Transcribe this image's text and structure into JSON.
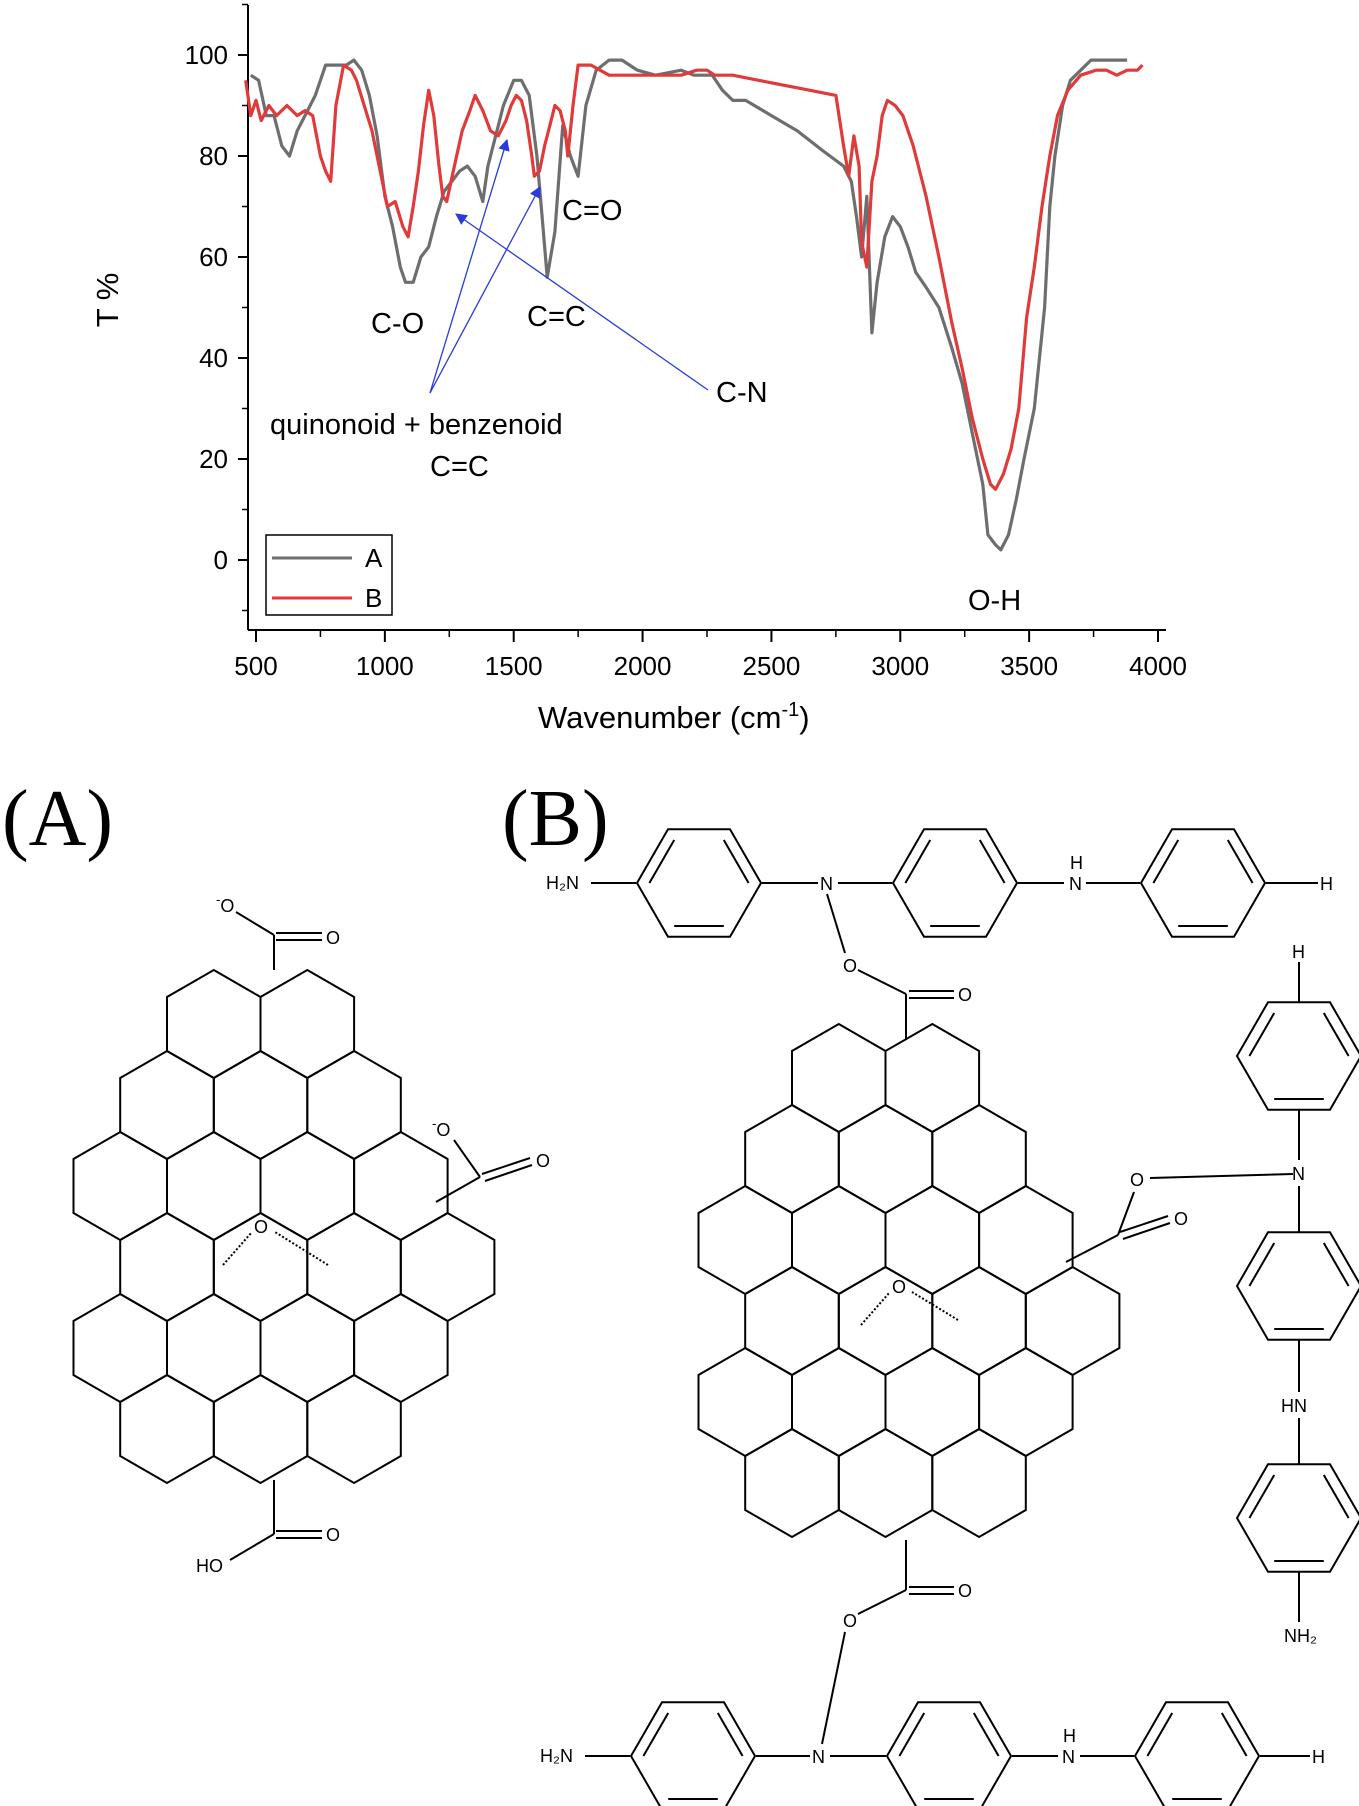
{
  "chart_data": {
    "type": "line",
    "title": "",
    "xlabel": "Wavenumber (cm",
    "xlabel_sup": "-1",
    "xlabel_end": ")",
    "ylabel": "T %",
    "xlim": [
      450,
      4000
    ],
    "ylim": [
      -10,
      110
    ],
    "xticks": [
      500,
      1000,
      1500,
      2000,
      2500,
      3000,
      3500,
      4000
    ],
    "xtick_labels": [
      "500",
      "1000",
      "1500",
      "2000",
      "2500",
      "3000",
      "3500",
      "4000"
    ],
    "yticks": [
      0,
      20,
      40,
      60,
      80,
      100
    ],
    "ytick_labels": [
      "0",
      "20",
      "40",
      "60",
      "80",
      "100"
    ],
    "legend_position": "bottom-left",
    "grid": false,
    "series": [
      {
        "name": "A",
        "color": "#6e6e6e",
        "points": [
          [
            480,
            96
          ],
          [
            510,
            95
          ],
          [
            540,
            88
          ],
          [
            570,
            88
          ],
          [
            600,
            82
          ],
          [
            630,
            80
          ],
          [
            660,
            85
          ],
          [
            690,
            88
          ],
          [
            730,
            92
          ],
          [
            770,
            98
          ],
          [
            810,
            98
          ],
          [
            850,
            98
          ],
          [
            880,
            99
          ],
          [
            910,
            97
          ],
          [
            940,
            92
          ],
          [
            970,
            84
          ],
          [
            1000,
            72
          ],
          [
            1030,
            66
          ],
          [
            1060,
            58
          ],
          [
            1080,
            55
          ],
          [
            1110,
            55
          ],
          [
            1140,
            60
          ],
          [
            1170,
            62
          ],
          [
            1200,
            68
          ],
          [
            1230,
            73
          ],
          [
            1260,
            75
          ],
          [
            1290,
            77
          ],
          [
            1320,
            78
          ],
          [
            1350,
            76
          ],
          [
            1380,
            71
          ],
          [
            1400,
            78
          ],
          [
            1430,
            84
          ],
          [
            1460,
            90
          ],
          [
            1500,
            95
          ],
          [
            1530,
            95
          ],
          [
            1560,
            92
          ],
          [
            1590,
            80
          ],
          [
            1610,
            68
          ],
          [
            1630,
            56
          ],
          [
            1660,
            65
          ],
          [
            1690,
            86
          ],
          [
            1720,
            80
          ],
          [
            1750,
            76
          ],
          [
            1780,
            90
          ],
          [
            1820,
            97
          ],
          [
            1870,
            99
          ],
          [
            1920,
            99
          ],
          [
            1980,
            97
          ],
          [
            2050,
            96
          ],
          [
            2150,
            97
          ],
          [
            2200,
            96
          ],
          [
            2270,
            96
          ],
          [
            2310,
            93
          ],
          [
            2350,
            91
          ],
          [
            2400,
            91
          ],
          [
            2500,
            88
          ],
          [
            2600,
            85
          ],
          [
            2700,
            81
          ],
          [
            2780,
            78
          ],
          [
            2810,
            75
          ],
          [
            2830,
            68
          ],
          [
            2850,
            60
          ],
          [
            2870,
            72
          ],
          [
            2890,
            45
          ],
          [
            2910,
            55
          ],
          [
            2940,
            64
          ],
          [
            2970,
            68
          ],
          [
            3000,
            66
          ],
          [
            3030,
            62
          ],
          [
            3060,
            57
          ],
          [
            3100,
            54
          ],
          [
            3150,
            50
          ],
          [
            3200,
            42
          ],
          [
            3240,
            35
          ],
          [
            3280,
            25
          ],
          [
            3320,
            15
          ],
          [
            3340,
            5
          ],
          [
            3370,
            3
          ],
          [
            3390,
            2
          ],
          [
            3420,
            5
          ],
          [
            3450,
            12
          ],
          [
            3480,
            20
          ],
          [
            3520,
            30
          ],
          [
            3560,
            50
          ],
          [
            3580,
            70
          ],
          [
            3600,
            80
          ],
          [
            3630,
            90
          ],
          [
            3660,
            95
          ],
          [
            3700,
            97
          ],
          [
            3740,
            99
          ],
          [
            3800,
            99
          ],
          [
            3880,
            99
          ]
        ]
      },
      {
        "name": "B",
        "color": "#e03a3a",
        "points": [
          [
            460,
            95
          ],
          [
            480,
            88
          ],
          [
            500,
            91
          ],
          [
            520,
            87
          ],
          [
            550,
            90
          ],
          [
            580,
            88
          ],
          [
            620,
            90
          ],
          [
            660,
            88
          ],
          [
            690,
            89
          ],
          [
            720,
            88
          ],
          [
            750,
            80
          ],
          [
            770,
            77
          ],
          [
            790,
            75
          ],
          [
            810,
            90
          ],
          [
            840,
            98
          ],
          [
            870,
            97
          ],
          [
            890,
            95
          ],
          [
            920,
            90
          ],
          [
            950,
            85
          ],
          [
            970,
            80
          ],
          [
            990,
            75
          ],
          [
            1010,
            70
          ],
          [
            1040,
            71
          ],
          [
            1070,
            66
          ],
          [
            1090,
            64
          ],
          [
            1110,
            70
          ],
          [
            1130,
            77
          ],
          [
            1150,
            86
          ],
          [
            1170,
            93
          ],
          [
            1190,
            88
          ],
          [
            1210,
            78
          ],
          [
            1225,
            72
          ],
          [
            1240,
            71
          ],
          [
            1270,
            78
          ],
          [
            1300,
            85
          ],
          [
            1330,
            89
          ],
          [
            1350,
            92
          ],
          [
            1380,
            89
          ],
          [
            1410,
            85
          ],
          [
            1440,
            84
          ],
          [
            1470,
            87
          ],
          [
            1490,
            90
          ],
          [
            1510,
            92
          ],
          [
            1530,
            91
          ],
          [
            1550,
            87
          ],
          [
            1570,
            80
          ],
          [
            1580,
            76
          ],
          [
            1600,
            77
          ],
          [
            1620,
            82
          ],
          [
            1640,
            86
          ],
          [
            1660,
            90
          ],
          [
            1680,
            89
          ],
          [
            1700,
            85
          ],
          [
            1710,
            80
          ],
          [
            1730,
            90
          ],
          [
            1750,
            98
          ],
          [
            1800,
            98
          ],
          [
            1870,
            96
          ],
          [
            1950,
            96
          ],
          [
            2050,
            96
          ],
          [
            2150,
            96
          ],
          [
            2210,
            97
          ],
          [
            2250,
            97
          ],
          [
            2280,
            96
          ],
          [
            2350,
            96
          ],
          [
            2450,
            95
          ],
          [
            2550,
            94
          ],
          [
            2650,
            93
          ],
          [
            2750,
            92
          ],
          [
            2780,
            82
          ],
          [
            2800,
            76
          ],
          [
            2820,
            84
          ],
          [
            2840,
            78
          ],
          [
            2850,
            63
          ],
          [
            2870,
            58
          ],
          [
            2890,
            75
          ],
          [
            2910,
            80
          ],
          [
            2930,
            88
          ],
          [
            2950,
            91
          ],
          [
            2980,
            90
          ],
          [
            3010,
            88
          ],
          [
            3050,
            82
          ],
          [
            3100,
            72
          ],
          [
            3150,
            60
          ],
          [
            3200,
            47
          ],
          [
            3240,
            38
          ],
          [
            3280,
            28
          ],
          [
            3320,
            20
          ],
          [
            3350,
            15
          ],
          [
            3370,
            14
          ],
          [
            3400,
            17
          ],
          [
            3430,
            22
          ],
          [
            3460,
            30
          ],
          [
            3490,
            48
          ],
          [
            3520,
            58
          ],
          [
            3550,
            70
          ],
          [
            3580,
            80
          ],
          [
            3610,
            88
          ],
          [
            3650,
            93
          ],
          [
            3700,
            96
          ],
          [
            3760,
            97
          ],
          [
            3800,
            97
          ],
          [
            3840,
            96
          ],
          [
            3880,
            97
          ],
          [
            3920,
            97
          ],
          [
            3940,
            98
          ]
        ]
      }
    ],
    "annotations": {
      "co": "C-O",
      "cc": "C=C",
      "cn": "C-N",
      "co_double": "C=O",
      "oh": "O-H",
      "qb_line1": "quinonoid + benzenoid",
      "qb_line2": "C=C"
    }
  },
  "panel_labels": {
    "a": "(A)",
    "b": "(B)"
  },
  "structure_a": {
    "o_minus_top": "O",
    "o_top": "O",
    "o_minus_right": "O",
    "o_right": "O",
    "epoxide_o": "O",
    "ho": "HO",
    "o_bottom": "O"
  },
  "structure_b": {
    "h2n_top": "H₂N",
    "n_top": "N",
    "nh_top_n": "N",
    "nh_top_h": "H",
    "h_top_right": "H",
    "o_link_top": "O",
    "o_top_carbonyl": "O",
    "h_right_top": "H",
    "n_right": "N",
    "o_link_right": "O",
    "o_right_carbonyl": "O",
    "epoxide_o": "O",
    "hn_right": "HN",
    "nh2_right": "NH₂",
    "o_link_bottom": "O",
    "o_bottom_carbonyl": "O",
    "h2n_bottom": "H₂N",
    "n_bottom": "N",
    "nh_bottom_n": "N",
    "nh_bottom_h": "H",
    "h_bottom_right": "H"
  },
  "colors": {
    "arrow": "#2b3bd8",
    "axis": "#000000"
  }
}
